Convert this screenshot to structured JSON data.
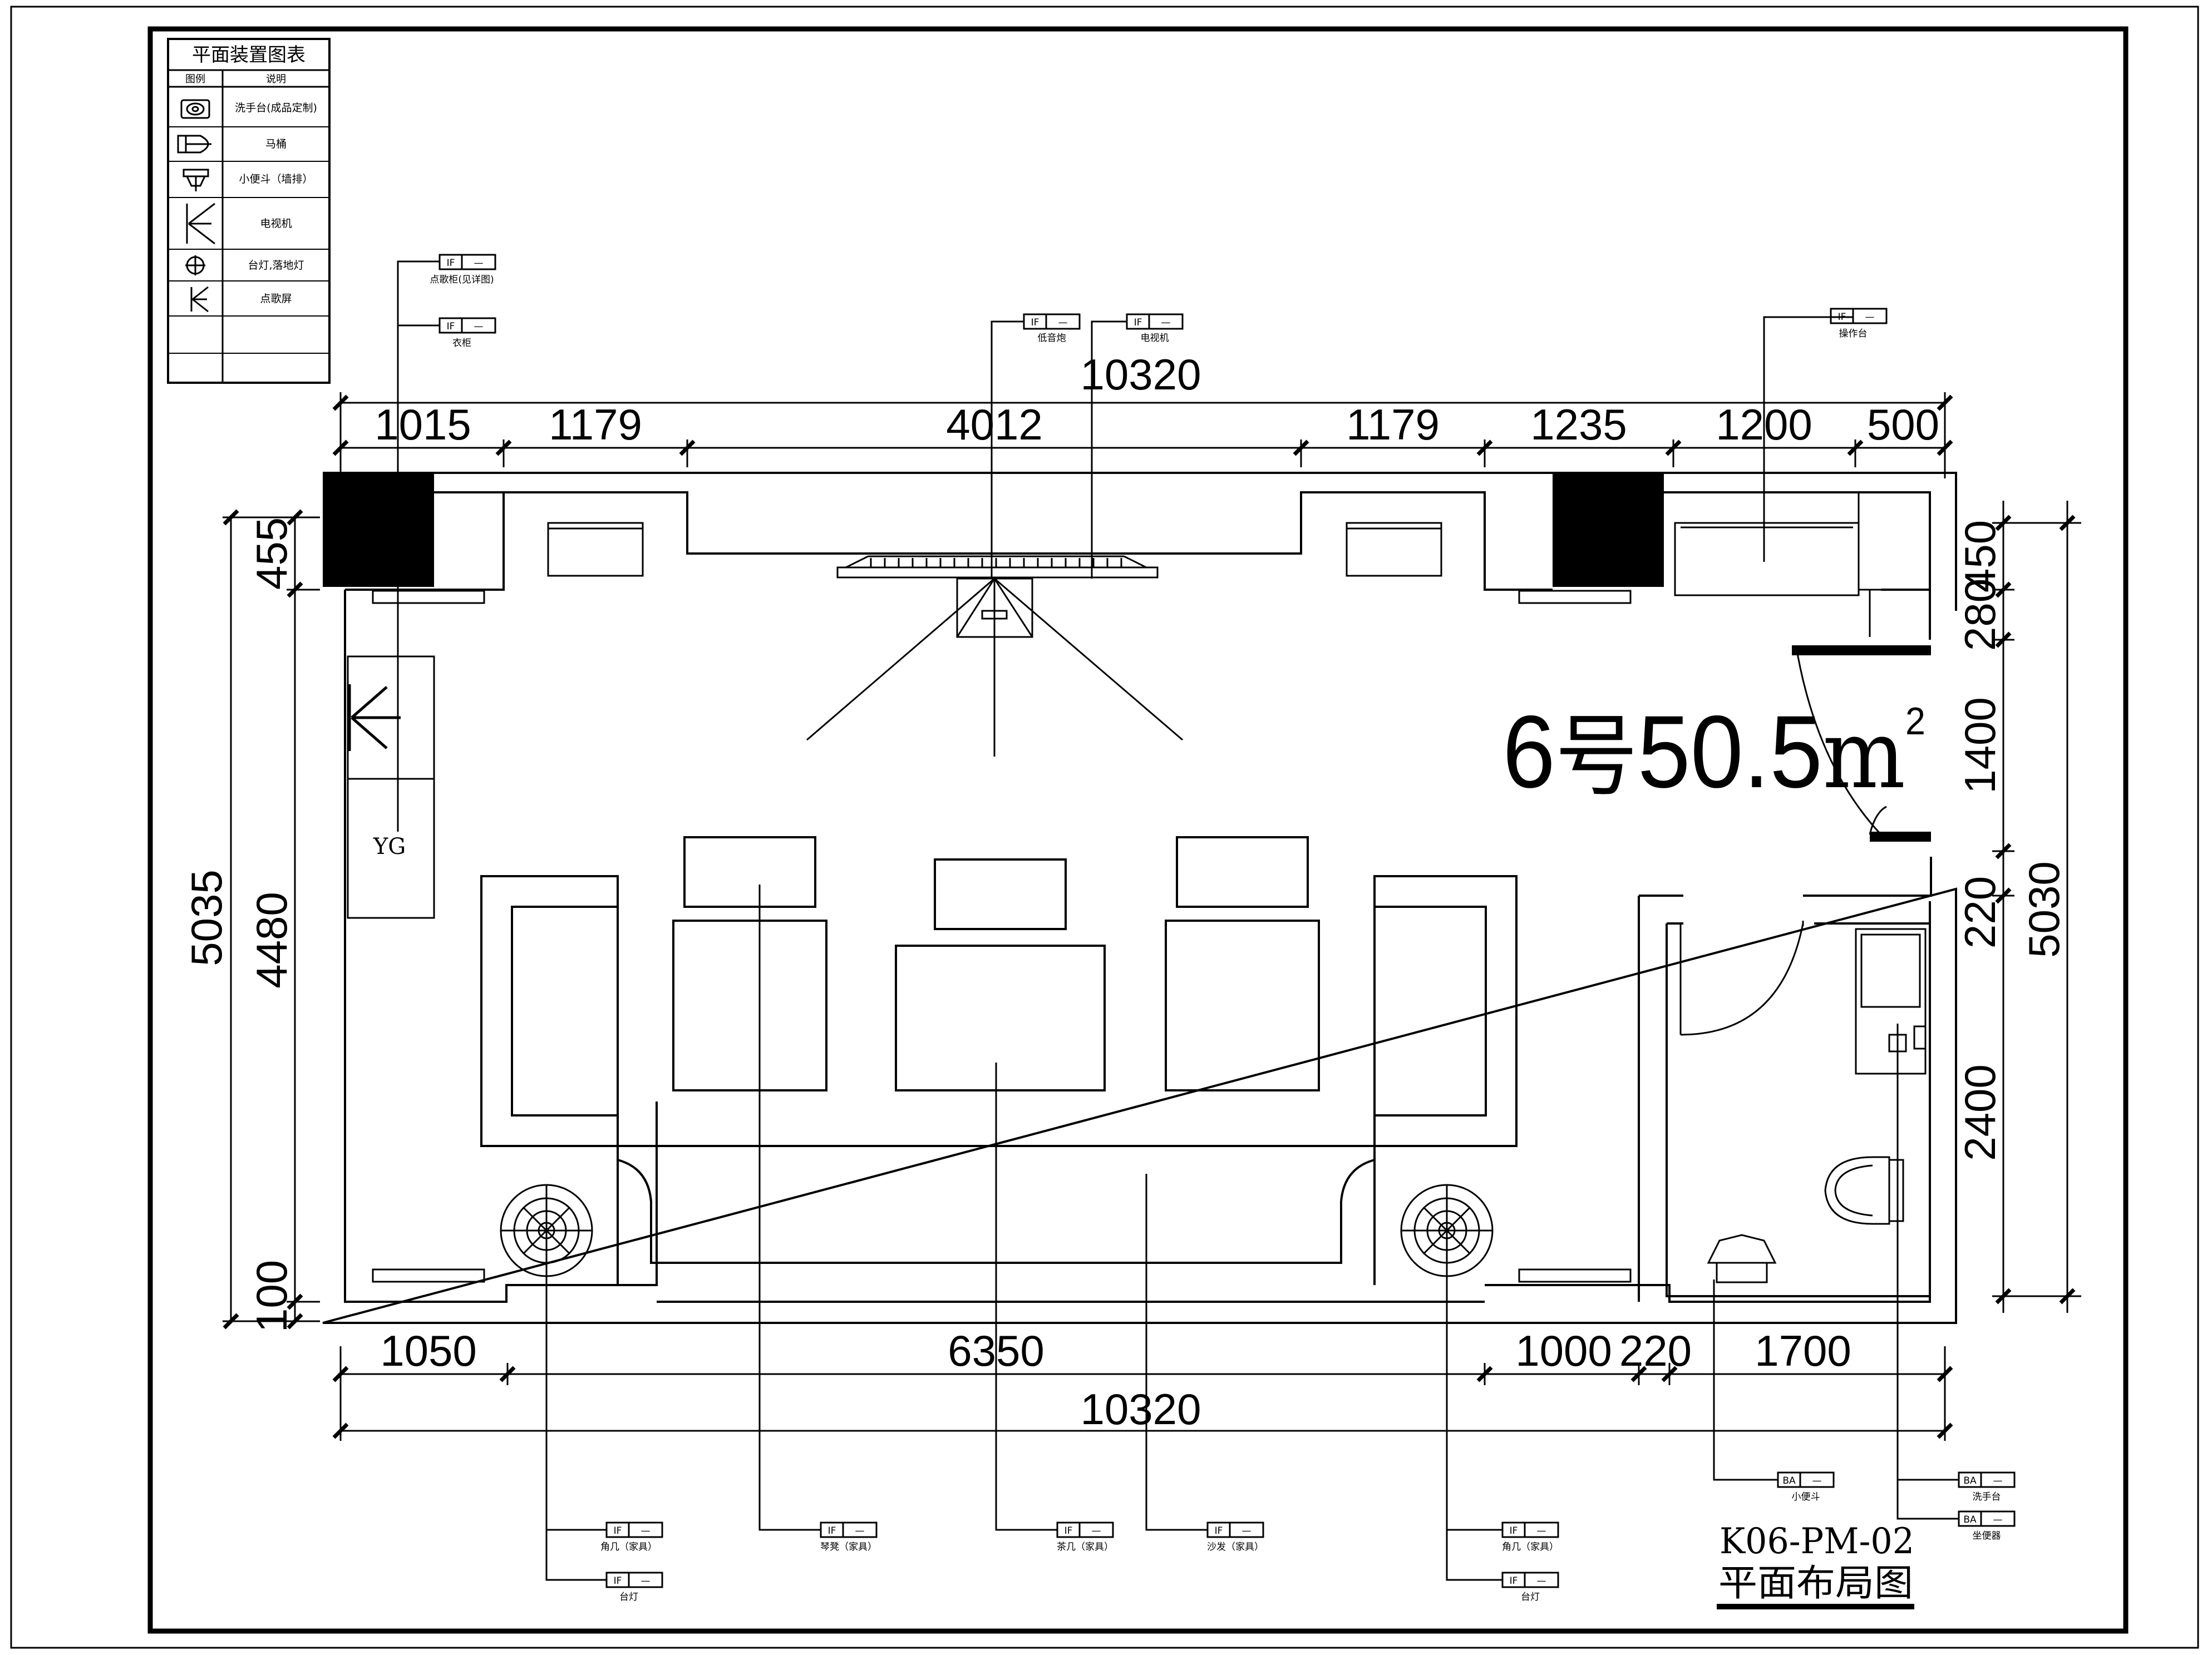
{
  "legend": {
    "title": "平面装置图表",
    "col_symbol": "图例",
    "col_desc": "说明",
    "rows": [
      {
        "icon": "washbasin-icon",
        "label": "洗手台(成品定制)"
      },
      {
        "icon": "toilet-icon",
        "label": "马桶"
      },
      {
        "icon": "urinal-icon",
        "label": "小便斗（墙排）"
      },
      {
        "icon": "tv-icon",
        "label": "电视机"
      },
      {
        "icon": "lamp-icon",
        "label": "台灯,落地灯"
      },
      {
        "icon": "song-screen-icon",
        "label": "点歌屏"
      }
    ]
  },
  "top_tags": [
    {
      "code": "IF",
      "num": "—",
      "label": "点歌柜(见详图)"
    },
    {
      "code": "IF",
      "num": "—",
      "label": "衣柜"
    },
    {
      "code": "IF",
      "num": "—",
      "label": "低音炮"
    },
    {
      "code": "IF",
      "num": "—",
      "label": "电视机"
    },
    {
      "code": "IF",
      "num": "—",
      "label": "操作台"
    }
  ],
  "dims_top": {
    "total": "10320",
    "segments": [
      "1015",
      "1179",
      "4012",
      "1179",
      "1235",
      "1200",
      "500"
    ]
  },
  "dims_bottom": {
    "total": "10320",
    "segments": [
      "1050",
      "6350",
      "1000",
      "220",
      "1700"
    ]
  },
  "dims_left": {
    "outer": "5035",
    "inner": "4480",
    "top": "455",
    "bottom": "100"
  },
  "dims_right": {
    "outer": "5030",
    "segments": [
      "450",
      "280",
      "1400",
      "220",
      "2400"
    ]
  },
  "room_area": {
    "prefix": "6",
    "char": "号",
    "value": "50.5",
    "unit": "m",
    "sup": "2"
  },
  "yg_label": "YG",
  "bottom_tags": [
    {
      "code": "IF",
      "num": "—",
      "label": "角几（家具）"
    },
    {
      "code": "IF",
      "num": "—",
      "label": "台灯"
    },
    {
      "code": "IF",
      "num": "—",
      "label": "琴凳（家具）"
    },
    {
      "code": "IF",
      "num": "—",
      "label": "茶几（家具）"
    },
    {
      "code": "IF",
      "num": "—",
      "label": "沙发（家具）"
    },
    {
      "code": "IF",
      "num": "—",
      "label": "角几（家具）"
    },
    {
      "code": "IF",
      "num": "—",
      "label": "台灯"
    },
    {
      "code": "BA",
      "num": "—",
      "label": "小便斗"
    },
    {
      "code": "BA",
      "num": "—",
      "label": "洗手台"
    },
    {
      "code": "BA",
      "num": "—",
      "label": "坐便器"
    }
  ],
  "drawing": {
    "code": "K06-PM-02",
    "title": "平面布局图"
  },
  "colors": {
    "ink": "#000000",
    "paper": "#ffffff"
  }
}
